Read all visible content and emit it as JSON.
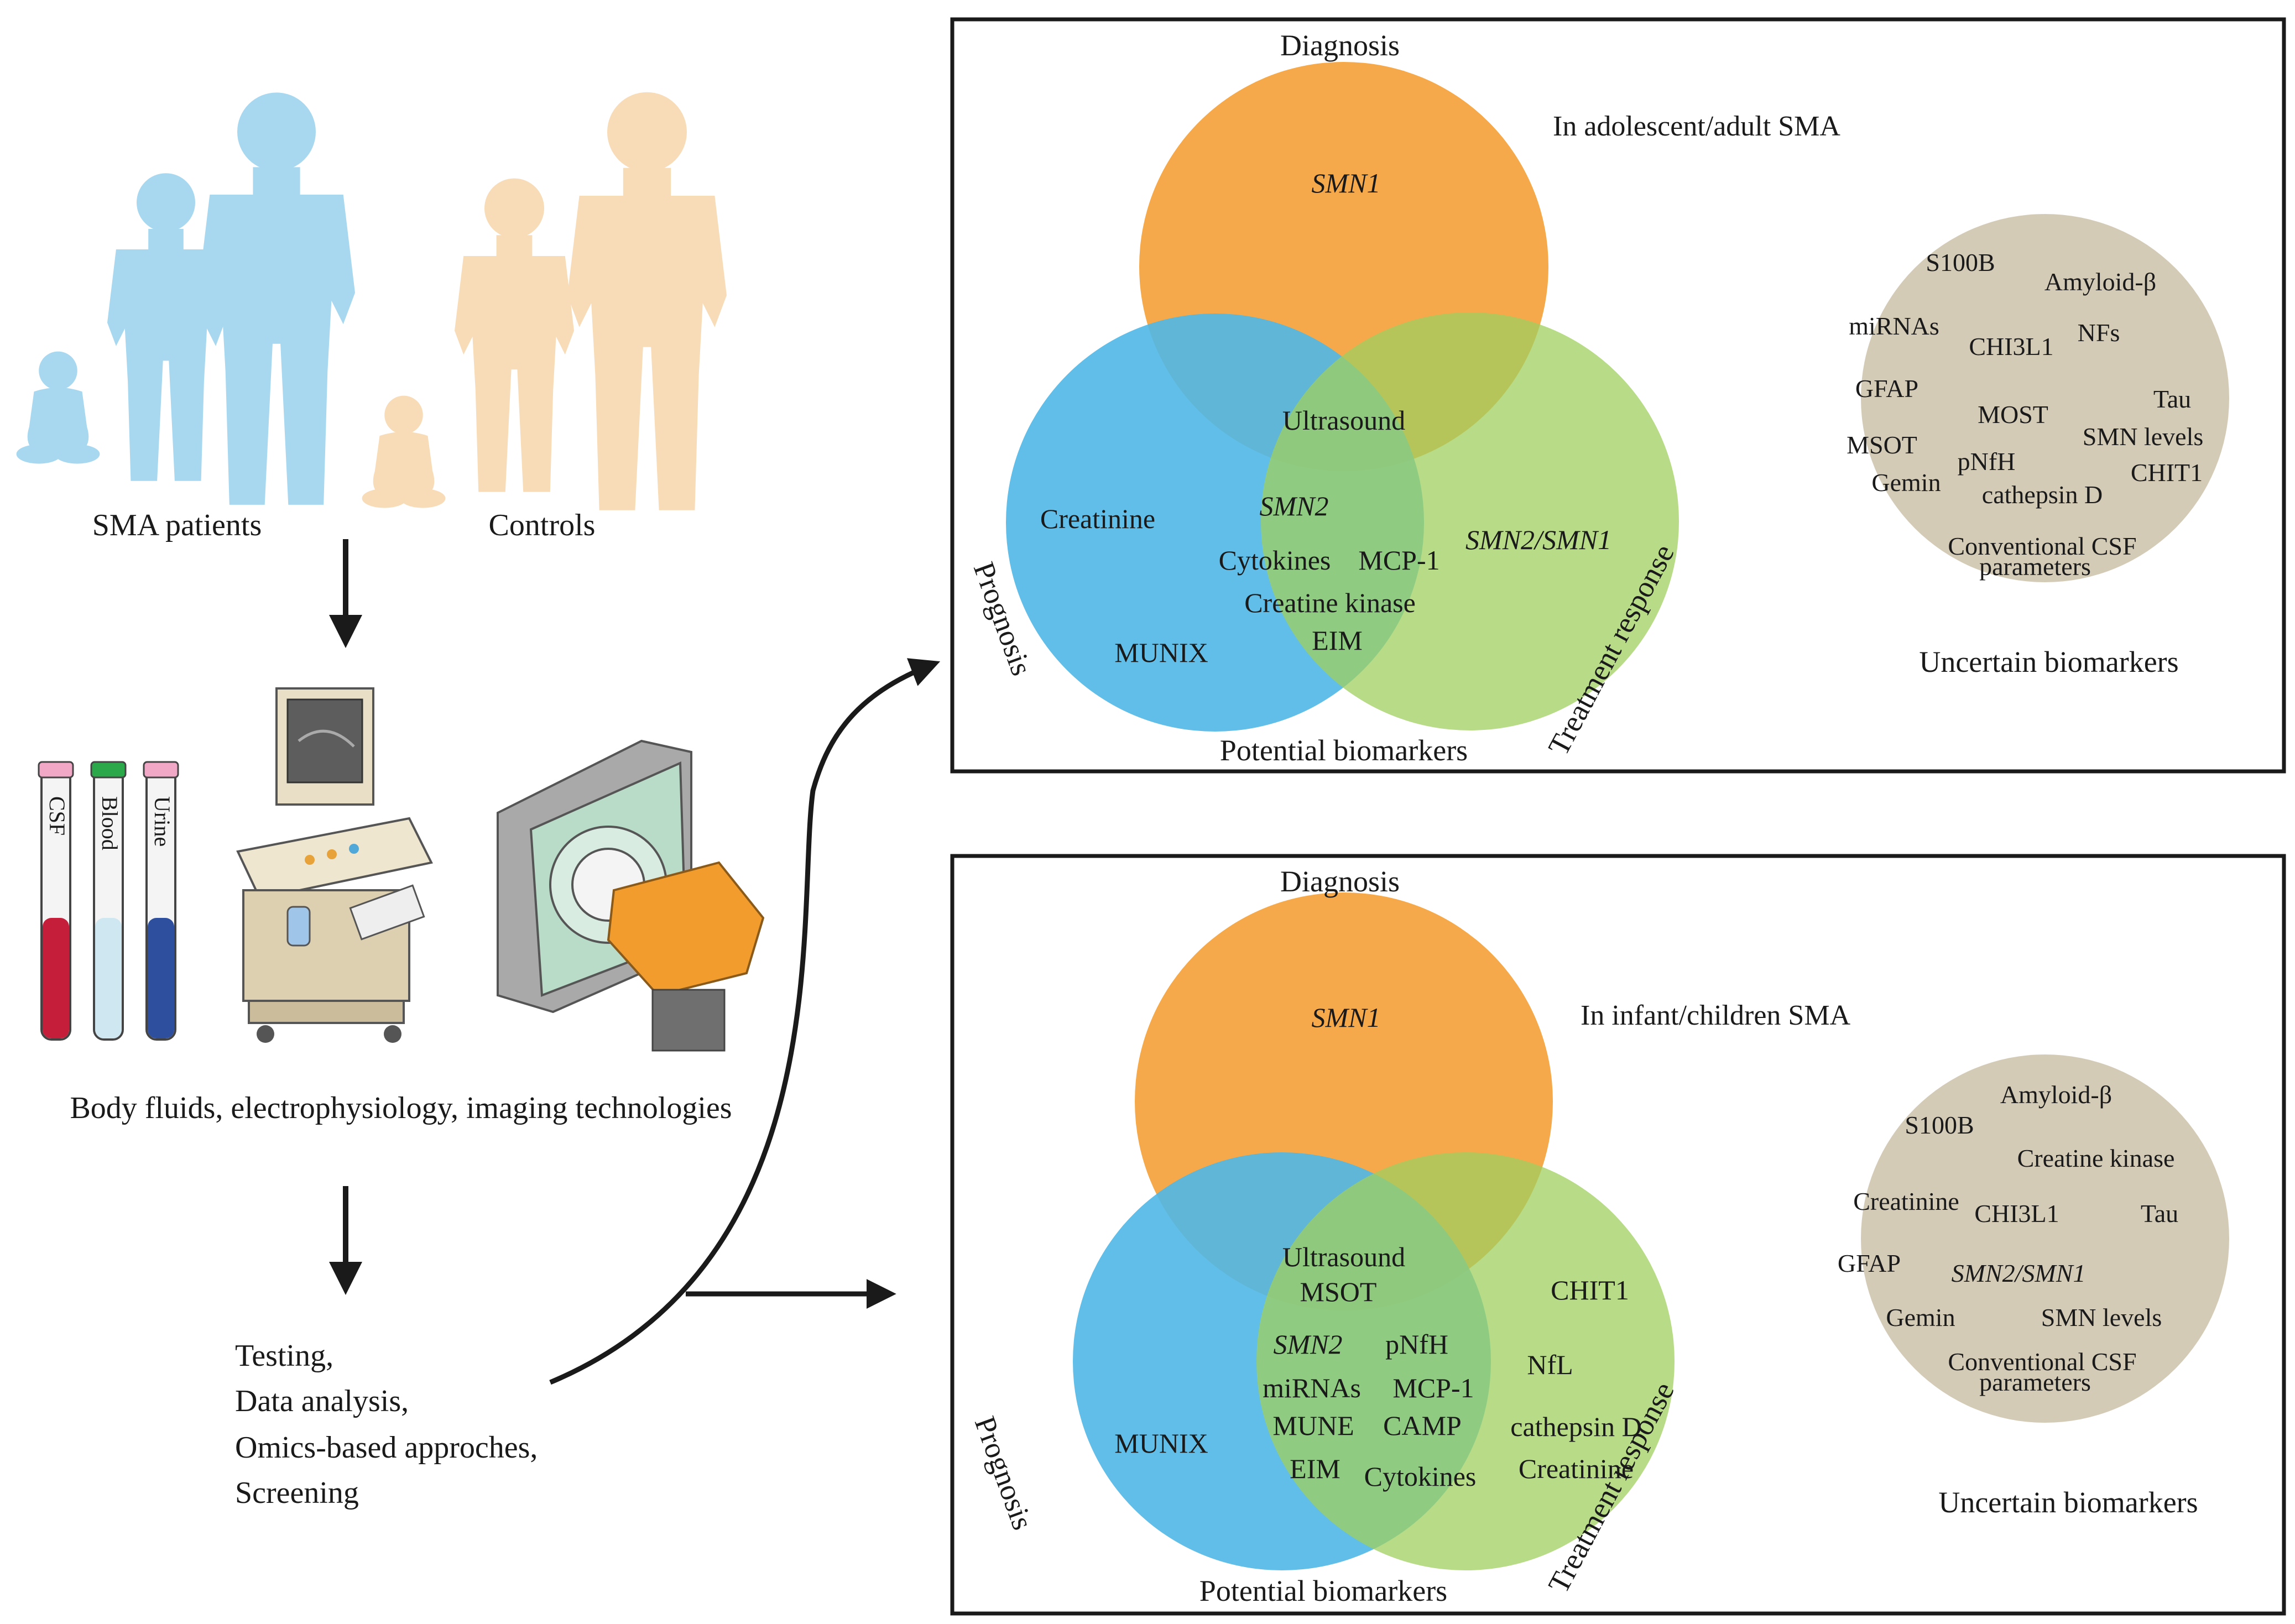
{
  "left": {
    "patients_label": "SMA patients",
    "controls_label": "Controls",
    "tube_labels": [
      "CSF",
      "Blood",
      "Urine"
    ],
    "technologies_label": "Body fluids, electrophysiology, imaging technologies",
    "steps": [
      "Testing,",
      "Data analysis,",
      "Omics-based approches,",
      "Screening"
    ]
  },
  "colors": {
    "patients": "#a8d8f0",
    "controls": "#f8dcb8",
    "diagnosis": "#f5a94a",
    "prognosis": "#4fb7e6",
    "treatment": "#9fcf5f",
    "uncertain": "#d4cbb7",
    "csf": "#c41e3a",
    "blood": "#cfe7f1",
    "urine": "#2e4f9e"
  },
  "panels": [
    {
      "title": "In adolescent/adult SMA",
      "diagnosis_label": "Diagnosis",
      "prognosis_label": "Prognosis",
      "treatment_label": "Treatment response",
      "potential_label": "Potential biomarkers",
      "uncertain_label": "Uncertain biomarkers",
      "venn_items": [
        {
          "text": "SMN1",
          "italic": true
        },
        {
          "text": "Ultrasound",
          "italic": false
        },
        {
          "text": "Creatinine",
          "italic": false
        },
        {
          "text": "SMN2",
          "italic": true
        },
        {
          "text": "SMN2/SMN1",
          "italic": true
        },
        {
          "text": "Cytokines",
          "italic": false
        },
        {
          "text": "MCP-1",
          "italic": false
        },
        {
          "text": "Creatine kinase",
          "italic": false
        },
        {
          "text": "EIM",
          "italic": false
        },
        {
          "text": "MUNIX",
          "italic": false
        }
      ],
      "uncertain_items": [
        "S100B",
        "Amyloid-β",
        "miRNAs",
        "NFs",
        "CHI3L1",
        "GFAP",
        "Tau",
        "MOST",
        "SMN levels",
        "MSOT",
        "pNfH",
        "CHIT1",
        "Gemin",
        "cathepsin D",
        "Conventional CSF",
        "parameters"
      ]
    },
    {
      "title": "In infant/children SMA",
      "diagnosis_label": "Diagnosis",
      "prognosis_label": "Prognosis",
      "treatment_label": "Treatment response",
      "potential_label": "Potential biomarkers",
      "uncertain_label": "Uncertain biomarkers",
      "venn_items": [
        {
          "text": "SMN1",
          "italic": true
        },
        {
          "text": "Ultrasound",
          "italic": false
        },
        {
          "text": "MSOT",
          "italic": false
        },
        {
          "text": "CHIT1",
          "italic": false
        },
        {
          "text": "SMN2",
          "italic": true
        },
        {
          "text": "pNfH",
          "italic": false
        },
        {
          "text": "NfL",
          "italic": false
        },
        {
          "text": "miRNAs",
          "italic": false
        },
        {
          "text": "MCP-1",
          "italic": false
        },
        {
          "text": "MUNIX",
          "italic": false
        },
        {
          "text": "MUNE",
          "italic": false
        },
        {
          "text": "CAMP",
          "italic": false
        },
        {
          "text": "cathepsin D",
          "italic": false
        },
        {
          "text": "EIM",
          "italic": false
        },
        {
          "text": "Cytokines",
          "italic": false
        },
        {
          "text": "Creatinine",
          "italic": false
        }
      ],
      "uncertain_items": [
        "Amyloid-β",
        "S100B",
        "Creatine kinase",
        "Creatinine",
        "CHI3L1",
        "Tau",
        "GFAP",
        "SMN2/SMN1",
        "Gemin",
        "SMN levels",
        "Conventional CSF",
        "parameters"
      ]
    }
  ]
}
